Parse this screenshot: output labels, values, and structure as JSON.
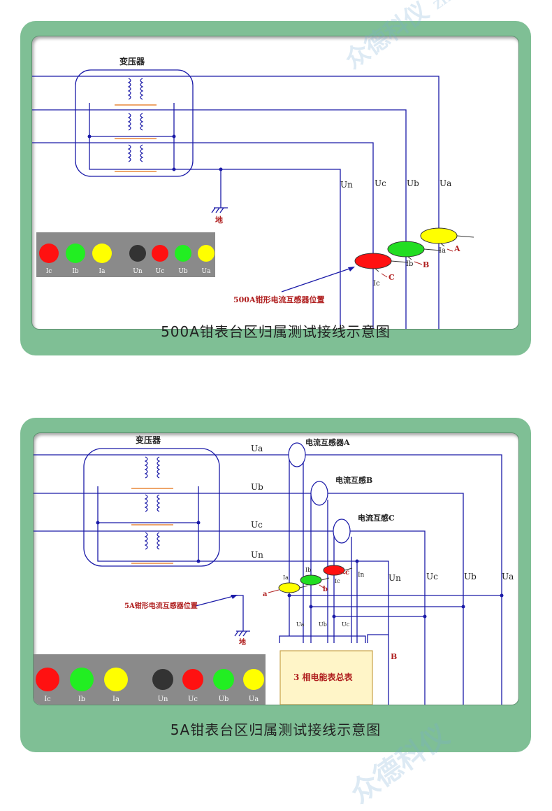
{
  "diagram1": {
    "transformer_label": "变压器",
    "ground_label": "地",
    "line_labels": [
      "Un",
      "Uc",
      "Ub",
      "Ua"
    ],
    "ct_labels": [
      {
        "phase": "Ia",
        "letter": "A",
        "color": "#ffff00"
      },
      {
        "phase": "Ib",
        "letter": "B",
        "color": "#22dd22"
      },
      {
        "phase": "Ic",
        "letter": "C",
        "color": "#ff1111"
      }
    ],
    "position_note": "500A钳形电流互感器位置",
    "legend": [
      {
        "label": "Ic",
        "color": "#ff1111"
      },
      {
        "label": "Ib",
        "color": "#22ee22"
      },
      {
        "label": "Ia",
        "color": "#ffff00"
      },
      {
        "label": "Un",
        "color": "#333333"
      },
      {
        "label": "Uc",
        "color": "#ff1111"
      },
      {
        "label": "Ub",
        "color": "#22ee22"
      },
      {
        "label": "Ua",
        "color": "#ffff00"
      }
    ],
    "caption": "500A钳表台区归属测试接线示意图"
  },
  "diagram2": {
    "transformer_label": "变压器",
    "ground_label": "地",
    "left_line_labels": [
      "Ua",
      "Ub",
      "Uc",
      "Un"
    ],
    "ct_titles": [
      "电流互感器A",
      "电流互感B",
      "电流互感C"
    ],
    "small_ct": [
      {
        "phase": "Ia",
        "letter": "a",
        "color": "#ffff00"
      },
      {
        "phase": "Ib",
        "letter": "b",
        "color": "#22dd22"
      },
      {
        "phase": "Ic",
        "letter": "c",
        "color": "#ff1111"
      }
    ],
    "in_label": "In",
    "right_labels": [
      "Un",
      "Uc",
      "Ub",
      "Ua"
    ],
    "meter_terminals": [
      "Ua",
      "Ub",
      "Uc"
    ],
    "b_label": "B",
    "meter_label": "3 相电能表总表",
    "position_note": "5A钳形电流互感器位置",
    "legend": [
      {
        "label": "Ic",
        "color": "#ff1111"
      },
      {
        "label": "Ib",
        "color": "#22ee22"
      },
      {
        "label": "Ia",
        "color": "#ffff00"
      },
      {
        "label": "Un",
        "color": "#333333"
      },
      {
        "label": "Uc",
        "color": "#ff1111"
      },
      {
        "label": "Ub",
        "color": "#22ee22"
      },
      {
        "label": "Ua",
        "color": "#ffff00"
      }
    ],
    "caption": "5A钳表台区归属测试接线示意图"
  },
  "watermark": {
    "brand_cn": "众德科仪",
    "brand_en": "ZHONGDEKEYI"
  }
}
